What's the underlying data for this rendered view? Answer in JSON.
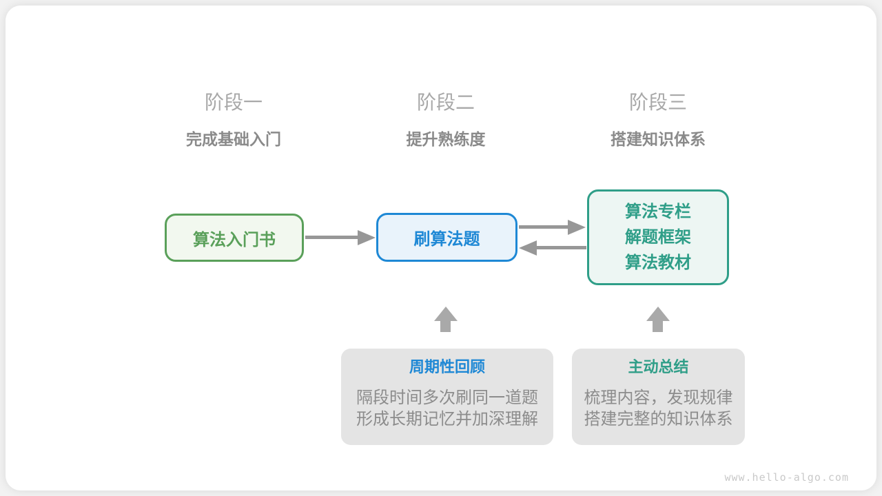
{
  "stages": [
    {
      "label": "阶段一",
      "subtitle": "完成基础入门"
    },
    {
      "label": "阶段二",
      "subtitle": "提升熟练度"
    },
    {
      "label": "阶段三",
      "subtitle": "搭建知识体系"
    }
  ],
  "nodes": {
    "intro_book": {
      "label": "算法入门书"
    },
    "practice": {
      "label": "刷算法题"
    },
    "resources": {
      "lines": {
        "0": "算法专栏",
        "1": "解题框架",
        "2": "算法教材"
      }
    }
  },
  "callouts": {
    "review": {
      "title": "周期性回顾",
      "lines": {
        "0": "隔段时间多次刷同一道题",
        "1": "形成长期记忆并加深理解"
      }
    },
    "summary": {
      "title": "主动总结",
      "lines": {
        "0": "梳理内容，发现规律",
        "1": "搭建完整的知识体系"
      }
    }
  },
  "watermark": "www.hello-algo.com",
  "colors": {
    "green": "#5aa05a",
    "green-fill": "#f2f8ef",
    "blue": "#1e88d5",
    "blue-fill": "#e9f3fb",
    "teal": "#2f9e88",
    "teal-fill": "#edf6f3",
    "gray-box": "#e4e4e4",
    "arrow": "#979797",
    "up-arrow": "#a9a9a9",
    "stage-label": "#a8a8a8",
    "stage-subtitle": "#8a8a8a",
    "body-text": "#8c8c8c",
    "watermark": "#c9c9c9"
  }
}
